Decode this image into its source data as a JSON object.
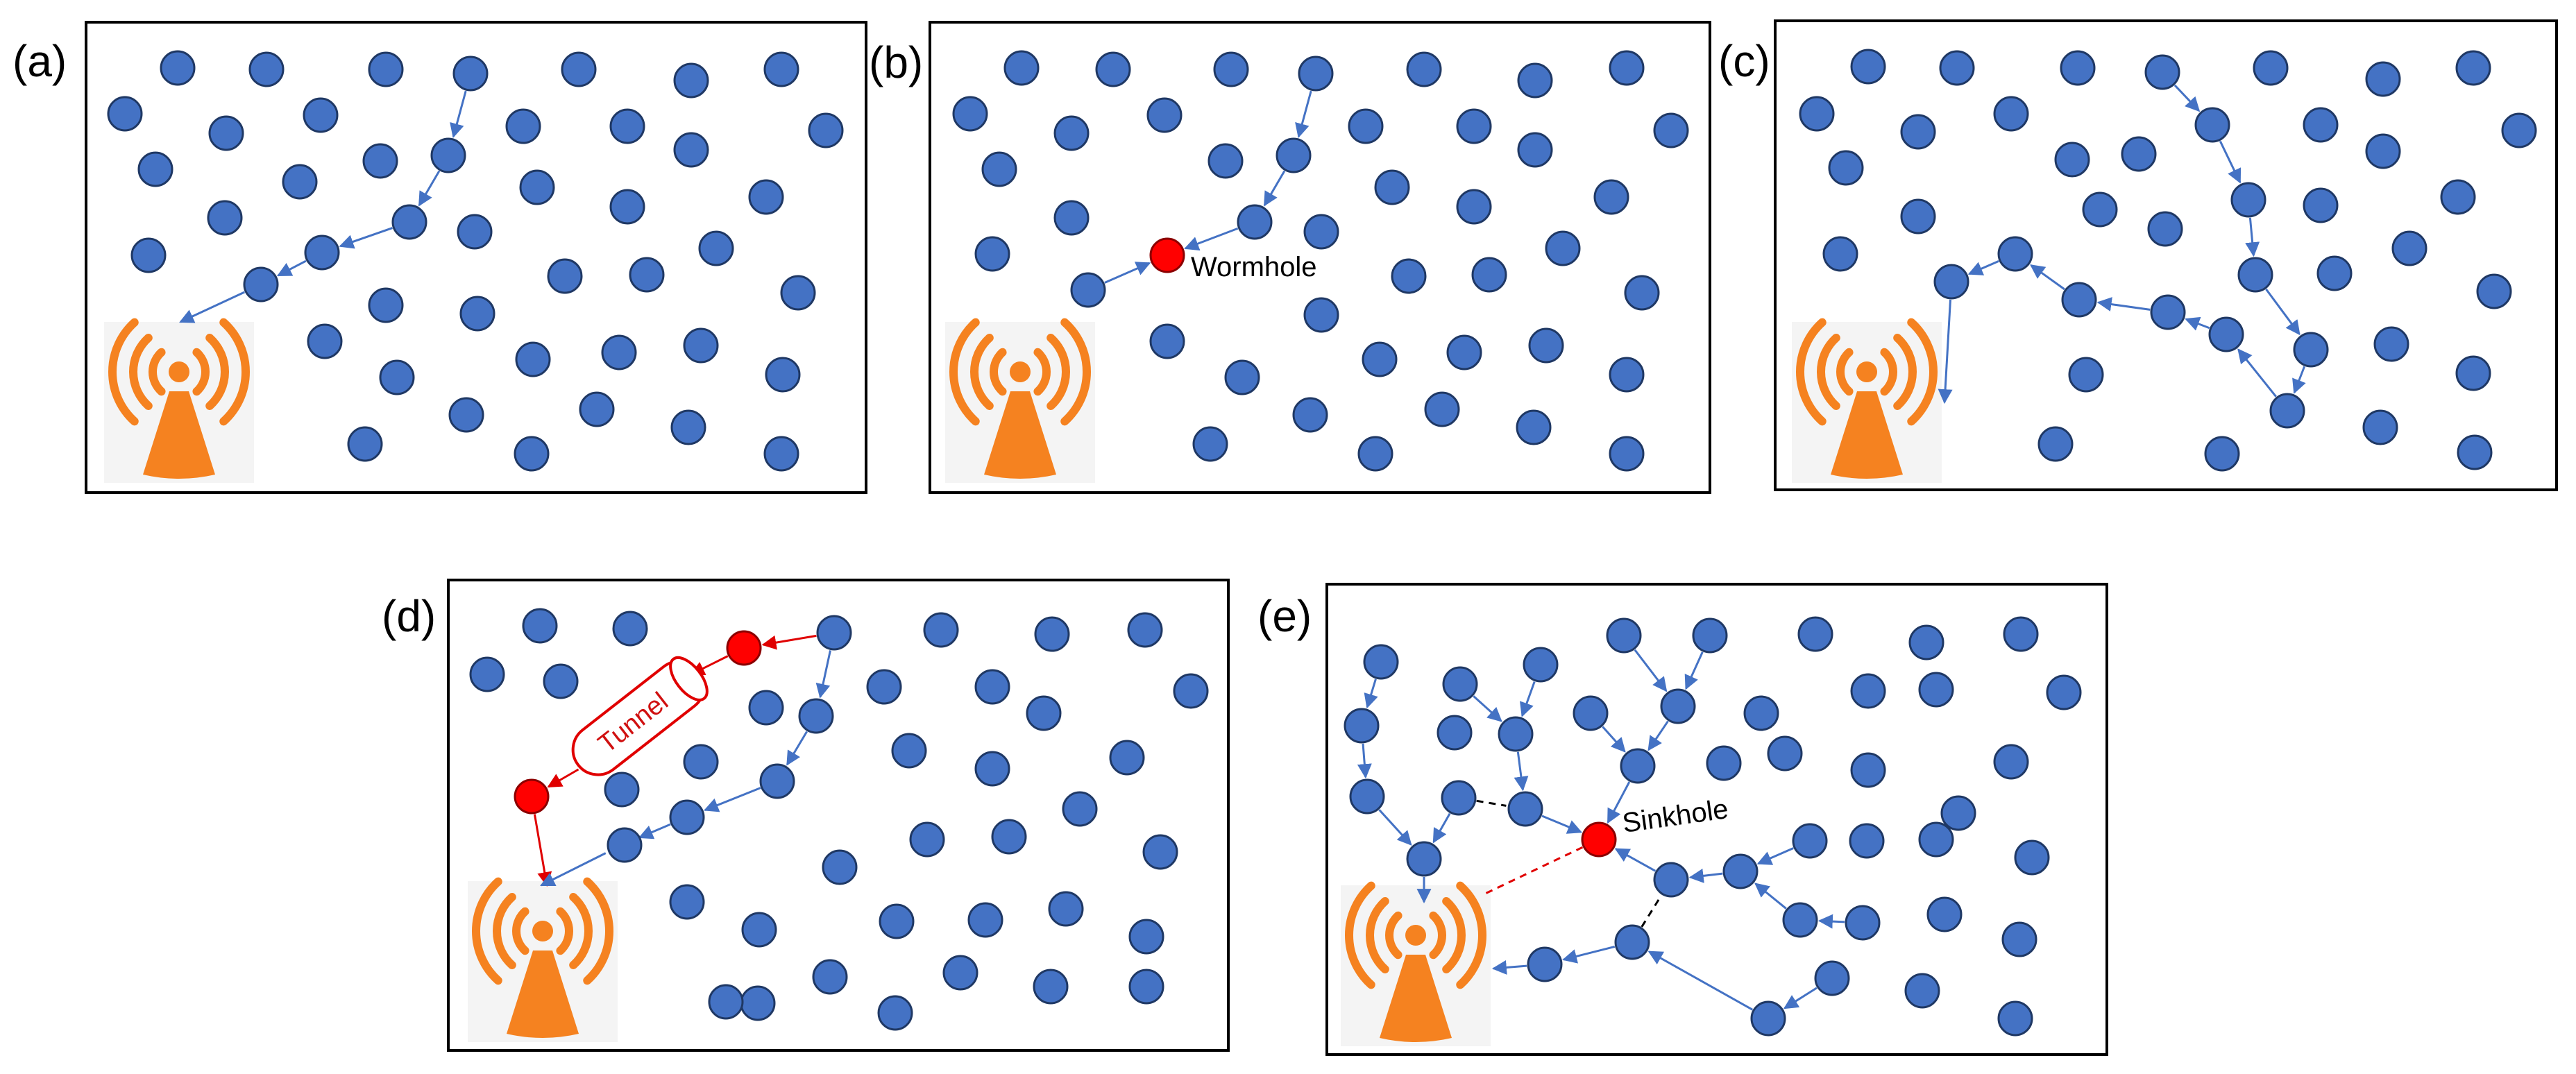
{
  "figure": {
    "colors": {
      "node": "#4472C4",
      "node_stroke": "#1F3864",
      "malicious": "#FF0000",
      "malicious_stroke": "#8B0000",
      "route": "#4472C4",
      "attack_route": "#E00000",
      "tower": "#F58220",
      "tower_backdrop": "#F4F4F4",
      "frame": "#000000"
    },
    "panels": [
      {
        "label": "(a)"
      },
      {
        "label": "(b)",
        "annotation": "Wormhole"
      },
      {
        "label": "(c)"
      },
      {
        "label": "(d)",
        "annotation": "Tunnel"
      },
      {
        "label": "(e)",
        "annotation": "Sinkhole"
      }
    ],
    "icons": [
      "base-station-icon",
      "sensor-node-icon",
      "malicious-node-icon",
      "tunnel-icon",
      "arrow-icon"
    ]
  }
}
